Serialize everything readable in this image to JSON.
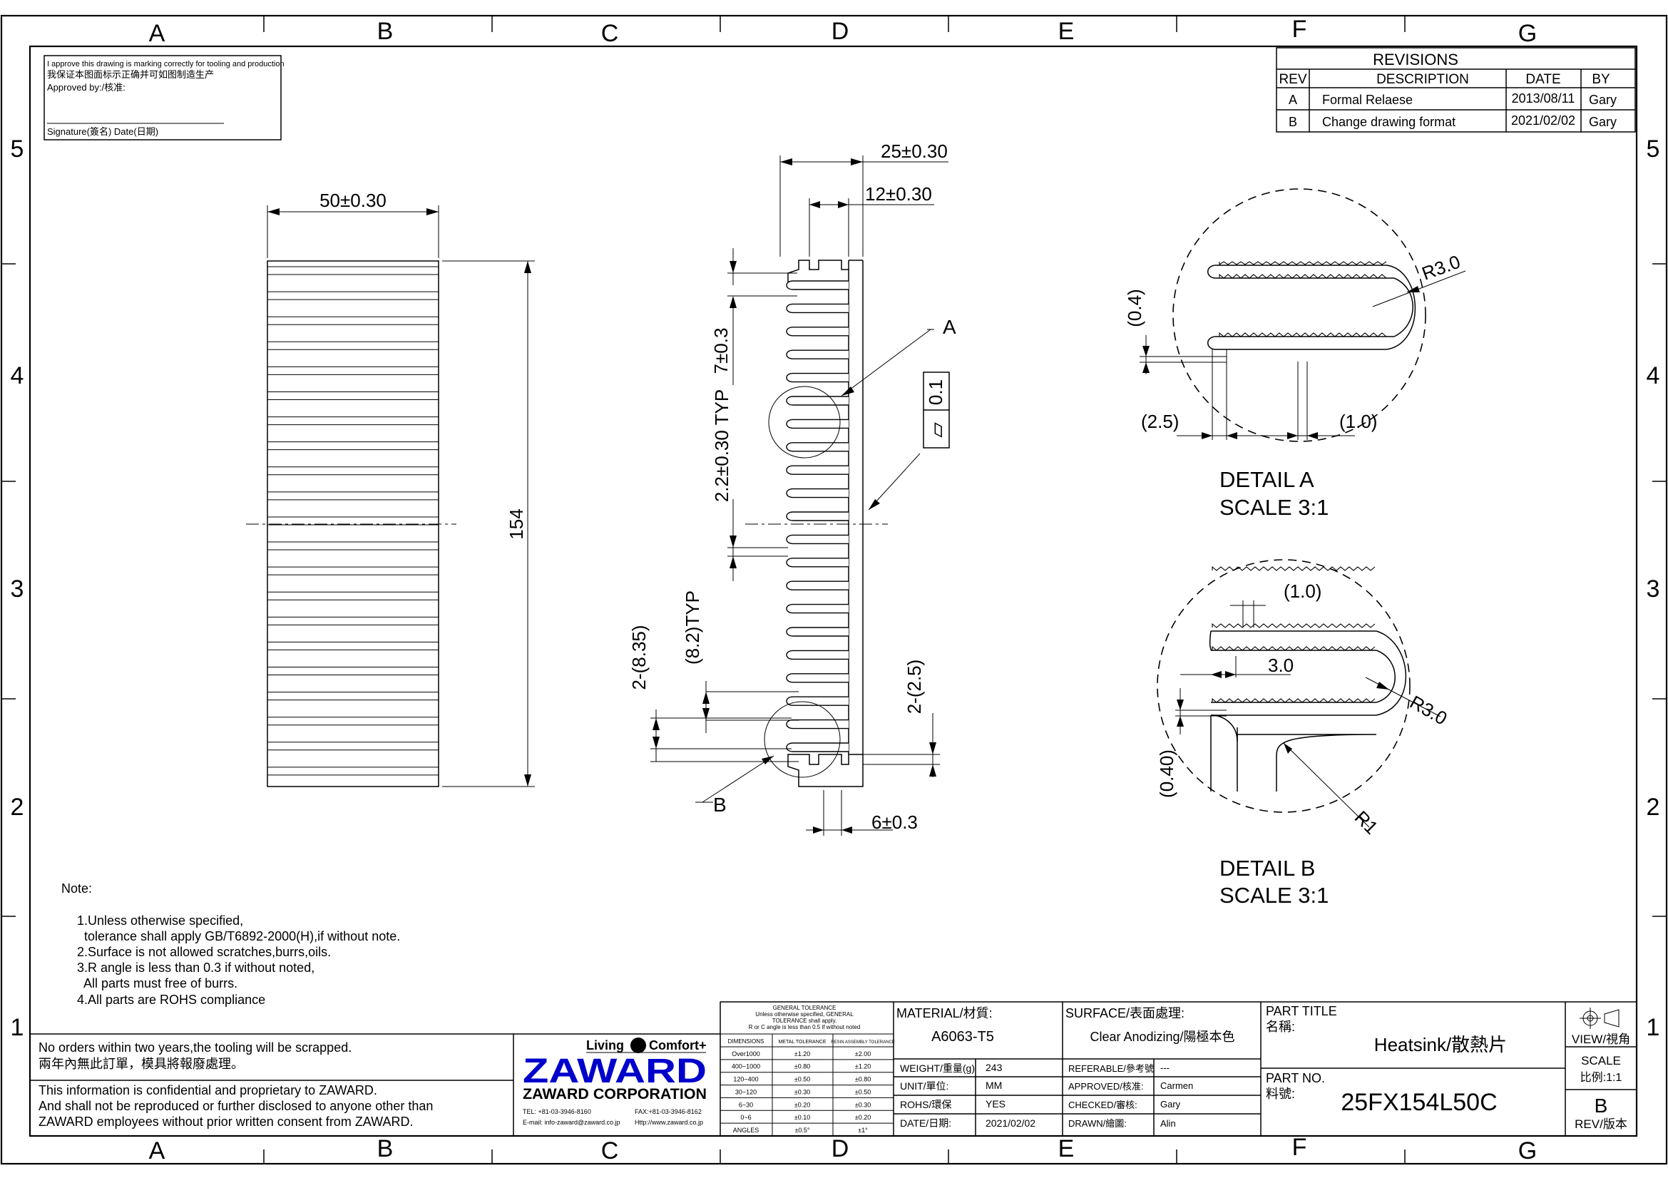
{
  "grid": {
    "columns": [
      "A",
      "B",
      "C",
      "D",
      "E",
      "F",
      "G"
    ],
    "rows": [
      "5",
      "4",
      "3",
      "2",
      "1"
    ]
  },
  "approval": {
    "line1": "I approve this drawing is marking correctly for tooling and production",
    "line2": "我保证本图面标示正确并可如图制造生产",
    "approved_by": "Approved by:/核准:",
    "signature": "Signature(簽名)  Date(日期)"
  },
  "revisions": {
    "title": "REVISIONS",
    "headers": [
      "REV",
      "DESCRIPTION",
      "DATE",
      "BY"
    ],
    "rows": [
      [
        "A",
        "Formal Relaese",
        "2013/08/11",
        "Gary"
      ],
      [
        "B",
        "Change drawing format",
        "2021/02/02",
        "Gary"
      ]
    ]
  },
  "front_view": {
    "width_dim": "50±0.30",
    "length_dim": "154"
  },
  "side_view": {
    "overall_width": "25±0.30",
    "inner_width": "12±0.30",
    "fin_pitch": "7±0.3",
    "fin_thickness": "2.2±0.30 TYP",
    "fin_gap": "(8.2)TYP",
    "end_offset": "2-(8.35)",
    "end_gap": "2-(2.5)",
    "bottom_width": "6±0.3",
    "flatness_symbol": "⏥",
    "flatness_value": "0.1",
    "callout_a": "A",
    "callout_b": "B"
  },
  "detail_a": {
    "title": "DETAIL A",
    "scale": "SCALE 3:1",
    "dim_r": "R3.0",
    "dim_04": "(0.4)",
    "dim_25": "(2.5)",
    "dim_10": "(1.0)"
  },
  "detail_b": {
    "title": "DETAIL B",
    "scale": "SCALE 3:1",
    "dim_10": "(1.0)",
    "dim_30": "3.0",
    "dim_r3": "R3.0",
    "dim_040": "(0.40)",
    "dim_r1": "R1"
  },
  "notes": {
    "title": "Note:",
    "lines": [
      "1.Unless otherwise specified,",
      "  tolerance shall apply GB/T6892-2000(H),if without note.",
      "2.Surface is not allowed scratches,burrs,oils.",
      "3.R angle is less than 0.3 if without noted,",
      "  All parts must free of burrs.",
      "4.All parts are ROHS compliance"
    ]
  },
  "title_block": {
    "tooling_en": "No orders within two years,the tooling will be scrapped.",
    "tooling_zh": "兩年內無此訂單，模具將報廢處理。",
    "confidential": [
      "This information is confidential and proprietary to ZAWARD.",
      "And shall not be reproduced or further disclosed to anyone other than",
      "ZAWARD employees without prior written consent from ZAWARD."
    ],
    "slogan_left": "Living",
    "slogan_right": "Comfort+",
    "logo": "ZAWARD",
    "company": "ZAWARD CORPORATION",
    "tel": "TEL: +81-03-3946-8160",
    "fax": "FAX:+81-03-3946-8162",
    "email": "E-mail: info-zaward@zaward.co.jp",
    "web": "Http://www.zaward.co.jp",
    "tolerance": {
      "title1": "GENERAL TOLERANCE",
      "title2": "Unless otherwise specified, GENERAL",
      "title3": "TOLERANCE shall apply.",
      "title4": "R or C angle is less than 0.5 if without noted",
      "headers": [
        "DIMENSIONS",
        "METAL TOLERANCE",
        "RESIN ASSEMBLY TOLERANCE"
      ],
      "rows": [
        [
          "Over1000",
          "±1.20",
          "±2.00"
        ],
        [
          "400~1000",
          "±0.80",
          "±1.20"
        ],
        [
          "120~400",
          "±0.50",
          "±0.80"
        ],
        [
          "30~120",
          "±0.30",
          "±0.50"
        ],
        [
          "6~30",
          "±0.20",
          "±0.30"
        ],
        [
          "0~6",
          "±0.10",
          "±0.20"
        ],
        [
          "ANGLES",
          "±0.5°",
          "±1°"
        ]
      ]
    },
    "material_label": "MATERIAL/材質:",
    "material_value": "A6063-T5",
    "surface_label": "SURFACE/表面處理:",
    "surface_value": "Clear Anodizing/陽極本色",
    "weight_label": "WEIGHT/重量(g)",
    "weight_value": "243",
    "unit_label": "UNIT/單位:",
    "unit_value": "MM",
    "rohs_label": "ROHS/環保",
    "rohs_value": "YES",
    "date_label": "DATE/日期:",
    "date_value": "2021/02/02",
    "referable_label": "REFERABLE/參考號",
    "referable_value": "---",
    "approved_label": "APPROVED/核准:",
    "approved_value": "Carmen",
    "checked_label": "CHECKED/審核:",
    "checked_value": "Gary",
    "drawn_label": "DRAWN/繪圖:",
    "drawn_value": "Alin",
    "part_title_label": "PART TITLE",
    "part_title_zh": "名稱:",
    "part_title_value": "Heatsink/散熱片",
    "part_no_label": "PART NO.",
    "part_no_zh": "料號:",
    "part_no_value": "25FX154L50C",
    "view_label": "VIEW/視角",
    "scale_label": "SCALE",
    "scale_value": "比例:1:1",
    "rev_value": "B",
    "rev_label": "REV/版本"
  }
}
